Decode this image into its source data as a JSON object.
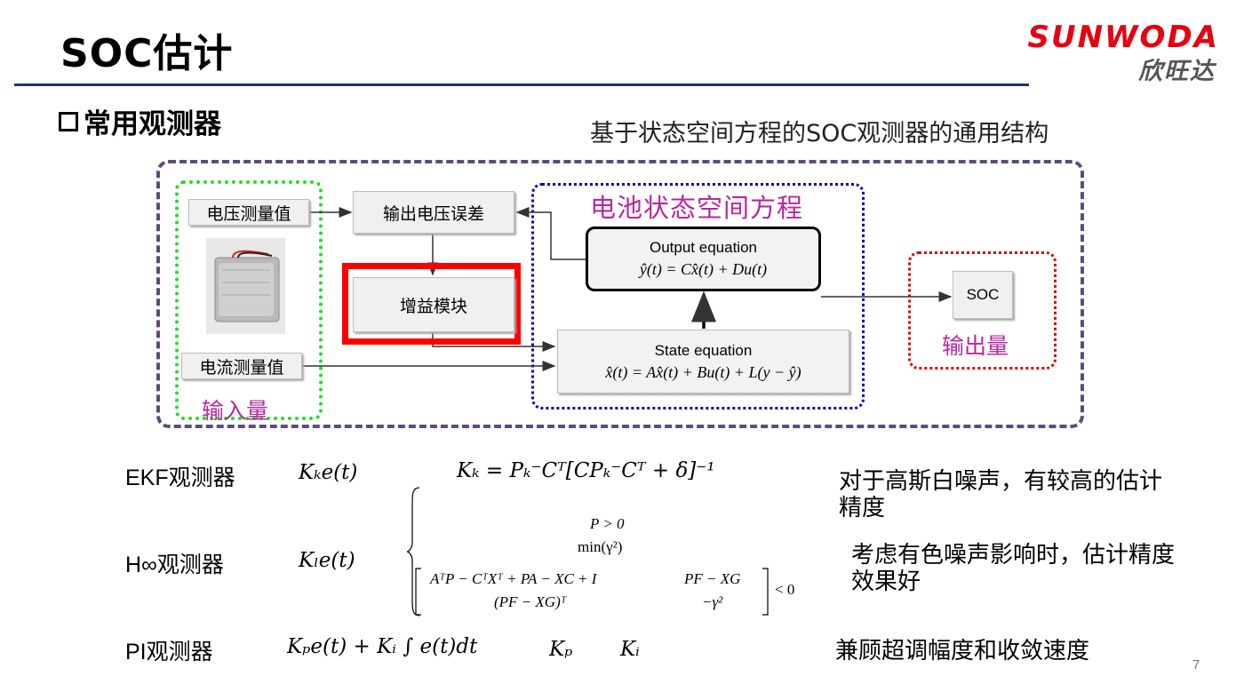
{
  "header": {
    "title": "SOC估计",
    "logo_en": "SUNWODA",
    "logo_cn": "欣旺达"
  },
  "section": {
    "subtitle": "常用观测器",
    "caption": "基于状态空间方程的SOC观测器的通用结构"
  },
  "diagram": {
    "voltage_meas": "电压测量值",
    "current_meas": "电流测量值",
    "input_group": "输入量",
    "voltage_error": "输出电压误差",
    "gain_module": "增益模块",
    "model_title": "电池状态空间方程",
    "output_eq_label": "Output equation",
    "output_eq": "ŷ(t) = Cx̂(t) + Du(t)",
    "state_eq_label": "State equation",
    "state_eq": "x̂(t) = Ax̂(t) + Bu(t) + L(y − ŷ)",
    "soc": "SOC",
    "output_group": "输出量"
  },
  "observers": [
    {
      "name": "EKF观测器",
      "gain": "Kₖe(t)",
      "formula": "Kₖ = Pₖ⁻Cᵀ[CPₖ⁻Cᵀ + δ]⁻¹",
      "desc_line1": "对于高斯白噪声，有较高的估计",
      "desc_line2": "精度"
    },
    {
      "name": "H∞观测器",
      "gain": "Kₗe(t)",
      "cond1": "P > 0",
      "cond2": "min(γ²)",
      "m11": "AᵀP − CᵀXᵀ + PA − XC + I",
      "m12": "PF − XG",
      "m21": "(PF − XG)ᵀ",
      "m22": "−γ²",
      "lt0": "< 0",
      "desc_line1": "考虑有色噪声影响时，估计精度",
      "desc_line2": "效果好"
    },
    {
      "name": "PI观测器",
      "gain": "Kₚe(t) + Kᵢ ∫ e(t)dt",
      "kp": "Kₚ",
      "ki": "Kᵢ",
      "desc_line1": "兼顾超调幅度和收敛速度"
    }
  ],
  "page_number": "7",
  "colors": {
    "accent_rule": "#1f3864",
    "logo_red": "#e60012",
    "pink": "#b5299e",
    "input_green": "#22dd22",
    "model_blue": "#0000cc",
    "output_red": "#dd0000",
    "gain_red": "#ff0000"
  }
}
